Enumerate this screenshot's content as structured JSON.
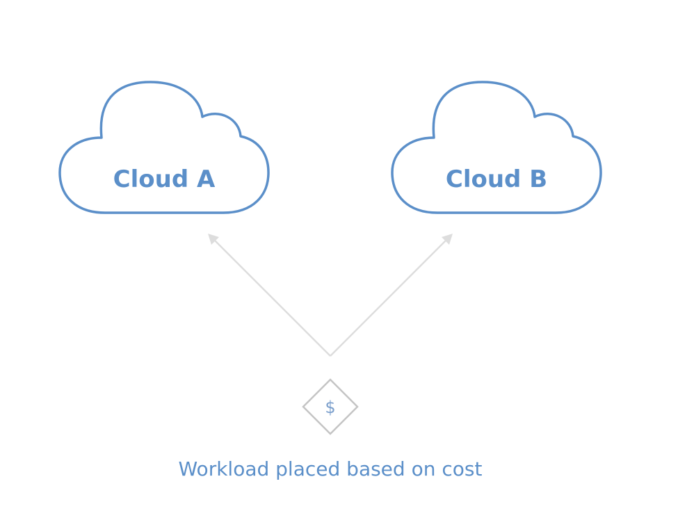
{
  "clouds": [
    {
      "label": "Cloud A"
    },
    {
      "label": "Cloud B"
    }
  ],
  "decision": {
    "symbol": "$",
    "icon": "dollar-diamond-icon"
  },
  "caption": "Workload placed based on cost",
  "colors": {
    "cloud_stroke": "#5b8fc9",
    "arrow": "#dddddd",
    "diamond_stroke": "#c4c4c4",
    "dollar": "#7b9fcc"
  }
}
